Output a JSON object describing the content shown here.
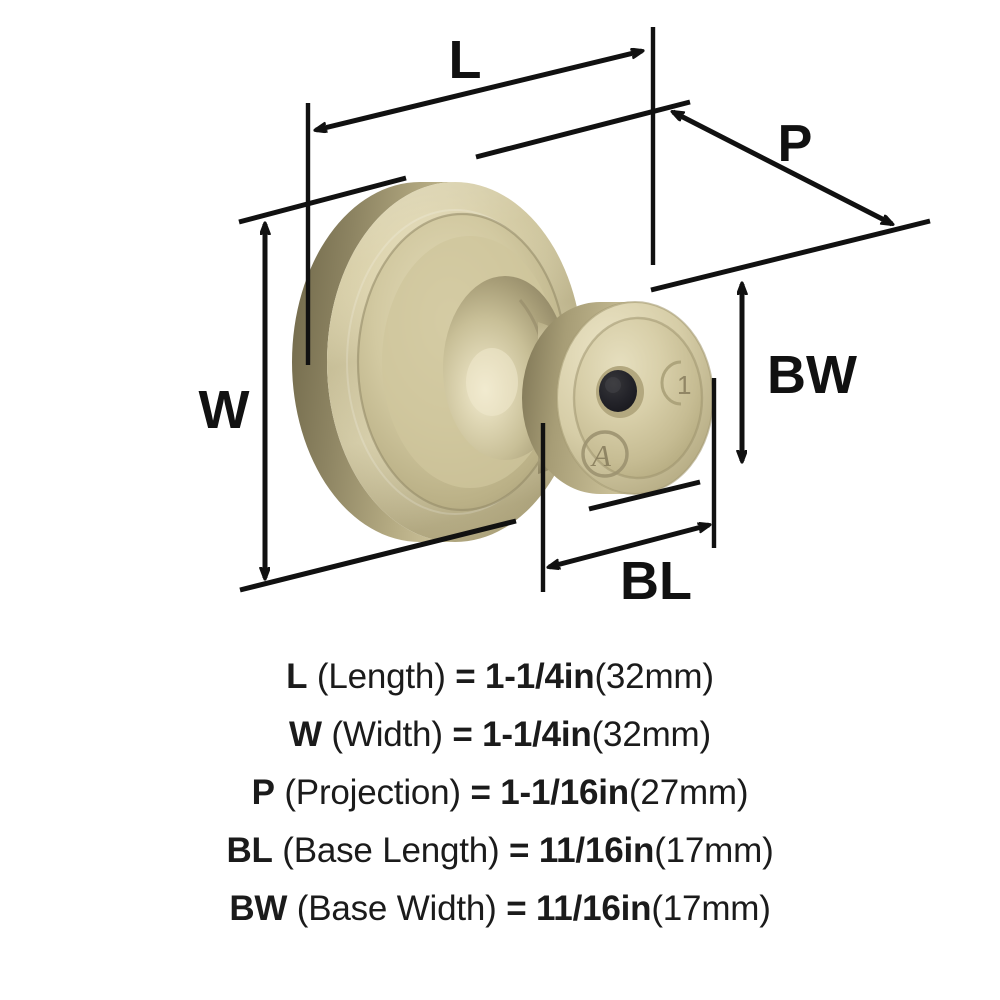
{
  "product": {
    "type": "cabinet-knob",
    "finish_name": "golden champagne brushed brass",
    "colors": {
      "highlight": "#ebe4c4",
      "base": "#cdc49c",
      "mid": "#c0b68d",
      "shadow": "#8e8564",
      "deep_shadow": "#6f6749",
      "hole": "#1e1e22",
      "line": "#111111",
      "background": "#ffffff"
    },
    "base_markings": {
      "screw_hole": "screw-hole",
      "number_stamp": "1",
      "logo_stamp": "A"
    }
  },
  "dimensions": {
    "labels": {
      "length": "L",
      "width": "W",
      "projection": "P",
      "base_length": "BL",
      "base_width": "BW"
    }
  },
  "specs": [
    {
      "abbr": "L",
      "name": "(Length)",
      "eq": "=",
      "imperial": "1-1/4in",
      "metric": "(32mm)"
    },
    {
      "abbr": "W",
      "name": "(Width)",
      "eq": "=",
      "imperial": "1-1/4in",
      "metric": "(32mm)"
    },
    {
      "abbr": "P",
      "name": "(Projection)",
      "eq": "=",
      "imperial": "1-1/16in",
      "metric": "(27mm)"
    },
    {
      "abbr": "BL",
      "name": "(Base Length)",
      "eq": "=",
      "imperial": "11/16in",
      "metric": "(17mm)"
    },
    {
      "abbr": "BW",
      "name": "(Base Width)",
      "eq": "=",
      "imperial": "11/16in",
      "metric": "(17mm)"
    }
  ]
}
